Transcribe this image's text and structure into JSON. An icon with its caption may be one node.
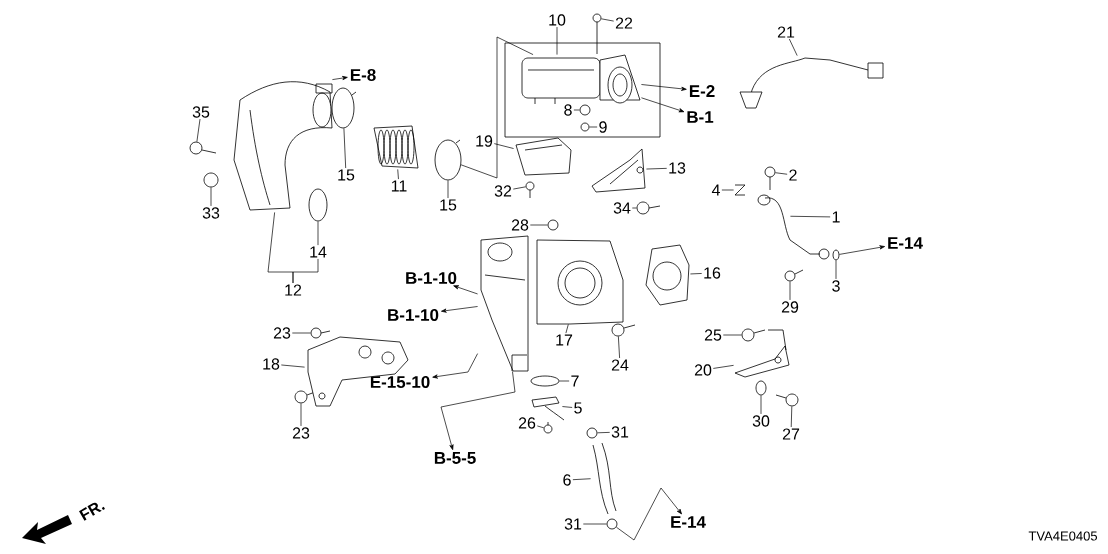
{
  "diagram": {
    "nodes": [
      {
        "text": [
          "10"
        ]
      },
      {
        "text": [
          "22"
        ]
      },
      {
        "text": [
          "21"
        ]
      },
      {
        "text": [
          "E-8"
        ]
      },
      {
        "text": [
          "E-2"
        ]
      },
      {
        "text": [
          "8"
        ]
      },
      {
        "text": [
          "35"
        ]
      },
      {
        "text": [
          "B-1"
        ]
      },
      {
        "text": [
          "9"
        ]
      },
      {
        "text": [
          "19"
        ]
      },
      {
        "text": [
          "13"
        ]
      },
      {
        "text": [
          "2"
        ]
      },
      {
        "text": [
          "15"
        ]
      },
      {
        "text": [
          "11"
        ]
      },
      {
        "text": [
          "4"
        ]
      },
      {
        "text": [
          "32"
        ]
      },
      {
        "text": [
          "15"
        ]
      },
      {
        "text": [
          "34"
        ]
      },
      {
        "text": [
          "33"
        ]
      },
      {
        "text": [
          "1"
        ]
      },
      {
        "text": [
          "28"
        ]
      },
      {
        "text": [
          "E-14"
        ]
      },
      {
        "text": [
          "14"
        ]
      },
      {
        "text": [
          "16"
        ]
      },
      {
        "text": [
          "B-1-10"
        ]
      },
      {
        "text": [
          "3"
        ]
      },
      {
        "text": [
          "12"
        ]
      },
      {
        "text": [
          "29"
        ]
      },
      {
        "text": [
          "B-1-10"
        ]
      },
      {
        "text": [
          "23"
        ]
      },
      {
        "text": [
          "25"
        ]
      },
      {
        "text": [
          "17"
        ]
      },
      {
        "text": [
          "18"
        ]
      },
      {
        "text": [
          "24"
        ]
      },
      {
        "text": [
          "20"
        ]
      },
      {
        "text": [
          "7"
        ]
      },
      {
        "text": [
          "E-15-10"
        ]
      },
      {
        "text": [
          "5"
        ]
      },
      {
        "text": [
          "30"
        ]
      },
      {
        "text": [
          "26"
        ]
      },
      {
        "text": [
          "31"
        ]
      },
      {
        "text": [
          "23"
        ]
      },
      {
        "text": [
          "27"
        ]
      },
      {
        "text": [
          "B-5-5"
        ]
      },
      {
        "text": [
          "6"
        ]
      },
      {
        "text": [
          "E-14"
        ]
      },
      {
        "text": [
          "31"
        ]
      },
      {
        "text": [],
        "shape": "circle"
      },
      {
        "text": [],
        "shape": "circle"
      },
      {
        "text": [],
        "shape": "picture"
      },
      {
        "text": [],
        "shape": "circle"
      },
      {
        "text": [],
        "shape": "circle"
      },
      {
        "text": [],
        "shape": "circle"
      },
      {
        "text": [],
        "shape": "circle"
      },
      {
        "text": [],
        "shape": "picture"
      },
      {
        "text": [],
        "shape": "picture"
      },
      {
        "text": [],
        "shape": "circle"
      },
      {
        "text": [],
        "shape": "picture"
      },
      {
        "text": [],
        "shape": "circle"
      },
      {
        "text": [],
        "shape": "picture"
      },
      {
        "text": [],
        "shape": "circle"
      },
      {
        "text": [],
        "shape": "picture"
      },
      {
        "text": [],
        "shape": "circle"
      },
      {
        "text": [],
        "shape": "circle"
      },
      {
        "text": [],
        "shape": "picture"
      },
      {
        "text": [],
        "shape": "picture"
      },
      {
        "text": [],
        "shape": "circle"
      },
      {
        "text": [],
        "shape": "circle"
      },
      {
        "text": [],
        "shape": "circle"
      },
      {
        "text": [],
        "shape": "circle"
      },
      {
        "text": [],
        "shape": "picture"
      },
      {
        "text": [],
        "shape": "circle"
      },
      {
        "text": [],
        "shape": "picture"
      },
      {
        "text": [],
        "shape": "circle"
      },
      {
        "text": [],
        "shape": "circle"
      },
      {
        "text": [],
        "shape": "picture"
      },
      {
        "text": [],
        "shape": "picture"
      },
      {
        "text": [],
        "shape": "circle"
      },
      {
        "text": [],
        "shape": "circle"
      },
      {
        "text": [],
        "shape": "picture"
      },
      {
        "text": [],
        "shape": "circle"
      },
      {
        "text": [],
        "shape": "picture"
      },
      {
        "text": [],
        "shape": "circle"
      },
      {
        "text": [],
        "shape": "circle"
      },
      {
        "text": [],
        "shape": "picture"
      },
      {
        "text": [],
        "shape": "circle"
      }
    ],
    "edges": [
      {
        "from": 0,
        "to": 65,
        "arrow": "none"
      },
      {
        "from": 1,
        "to": 69,
        "arrow": "none"
      },
      {
        "from": 2,
        "to": 84,
        "arrow": "none"
      },
      {
        "from": 49,
        "to": 3,
        "arrow": "to"
      },
      {
        "from": 65,
        "to": 4,
        "arrow": "to"
      },
      {
        "from": 5,
        "to": 66,
        "arrow": "none"
      },
      {
        "from": 6,
        "to": 47,
        "arrow": "none"
      },
      {
        "from": 65,
        "to": 7,
        "arrow": "to"
      },
      {
        "from": 8,
        "to": 67,
        "arrow": "none"
      },
      {
        "from": 9,
        "to": 59,
        "arrow": "none"
      },
      {
        "from": 10,
        "to": 72,
        "arrow": "none"
      },
      {
        "from": 11,
        "to": 80,
        "arrow": "none"
      },
      {
        "from": 12,
        "to": 53,
        "arrow": "none"
      },
      {
        "from": 13,
        "to": 55,
        "arrow": "none"
      },
      {
        "from": 14,
        "to": 76,
        "arrow": "none"
      },
      {
        "from": 15,
        "to": 58,
        "arrow": "none"
      },
      {
        "from": 16,
        "to": 56,
        "arrow": "none"
      },
      {
        "from": 17,
        "to": 74,
        "arrow": "none"
      },
      {
        "from": 18,
        "to": 48,
        "arrow": "none"
      },
      {
        "from": 19,
        "to": 81,
        "arrow": "none"
      },
      {
        "from": 20,
        "to": 63,
        "arrow": "none"
      },
      {
        "from": 85,
        "to": 21,
        "arrow": "to"
      },
      {
        "from": 22,
        "to": 52,
        "arrow": "none"
      },
      {
        "from": 23,
        "to": 75,
        "arrow": "none"
      },
      {
        "from": 57,
        "to": 24,
        "arrow": "to"
      },
      {
        "from": 25,
        "to": 85,
        "arrow": "none"
      },
      {
        "from": 26,
        "to": 49,
        "arrow": "none"
      },
      {
        "from": 26,
        "to": 22,
        "arrow": "none"
      },
      {
        "from": 27,
        "to": 82,
        "arrow": "none"
      },
      {
        "from": 57,
        "to": 28,
        "arrow": "to"
      },
      {
        "from": 29,
        "to": 51,
        "arrow": "none"
      },
      {
        "from": 30,
        "to": 77,
        "arrow": "none"
      },
      {
        "from": 31,
        "to": 64,
        "arrow": "none"
      },
      {
        "from": 32,
        "to": 54,
        "arrow": "none"
      },
      {
        "from": 33,
        "to": 73,
        "arrow": "none"
      },
      {
        "from": 34,
        "to": 79,
        "arrow": "none"
      },
      {
        "from": 35,
        "to": 60,
        "arrow": "none"
      },
      {
        "from": 57,
        "to": 36,
        "arrow": "to"
      },
      {
        "from": 37,
        "to": 61,
        "arrow": "none"
      },
      {
        "from": 38,
        "to": 78,
        "arrow": "none"
      },
      {
        "from": 39,
        "to": 62,
        "arrow": "none"
      },
      {
        "from": 40,
        "to": 68,
        "arrow": "none"
      },
      {
        "from": 41,
        "to": 50,
        "arrow": "none"
      },
      {
        "from": 42,
        "to": 83,
        "arrow": "none"
      },
      {
        "from": 57,
        "to": 43,
        "arrow": "to"
      },
      {
        "from": 44,
        "to": 70,
        "arrow": "none"
      },
      {
        "from": 71,
        "to": 45,
        "arrow": "to"
      },
      {
        "from": 46,
        "to": 71,
        "arrow": "none"
      },
      {
        "from": 65,
        "to": 56,
        "arrow": "none"
      }
    ],
    "labels": [
      "FR.",
      "TVA4E0405"
    ]
  }
}
